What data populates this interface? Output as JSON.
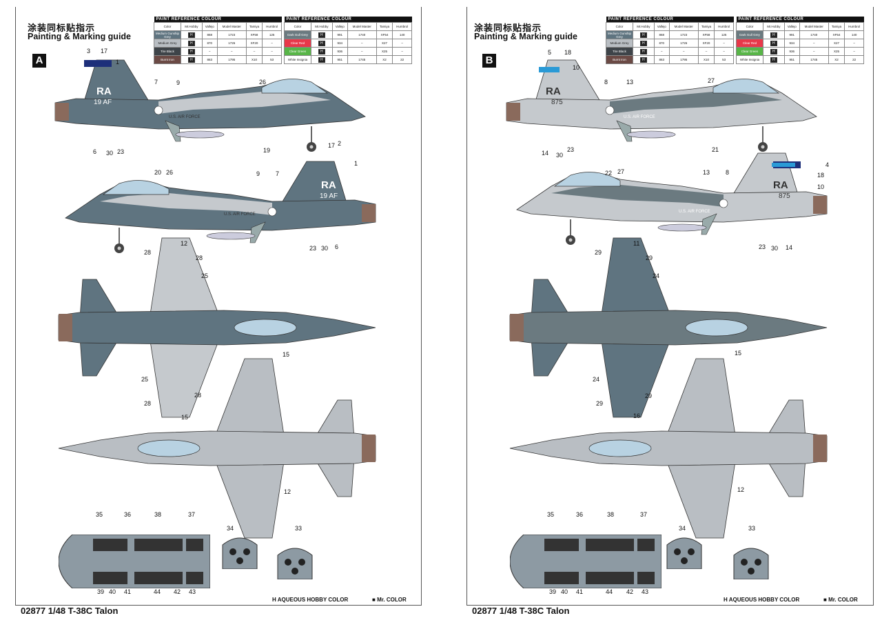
{
  "header": {
    "title_cn": "涂装同标贴指示",
    "title_en": "Painting & Marking guide"
  },
  "footer": {
    "model": "02877 1/48 T-38C Talon"
  },
  "legend": {
    "aqueous": "AQUEOUS HOBBY COLOR",
    "mr_color": "Mr. COLOR",
    "aqueous_prefix": "H",
    "mr_prefix": "■"
  },
  "paint_tables": [
    {
      "title": "PAINT REFERENCE COLOUR",
      "columns": [
        "Color",
        "Mr.Hobby",
        "Vallejo",
        "Model Master",
        "Tamiya",
        "Humbrol"
      ],
      "rows": [
        {
          "color": "Medium Gunship Grey",
          "swatch": "#5f7480",
          "vallejo": "868",
          "model_master": "1723",
          "tamiya": "XF58",
          "humbrol": "125"
        },
        {
          "color": "Medium Grey",
          "swatch": "#b9bec3",
          "vallejo": "870",
          "model_master": "1726",
          "tamiya": "XF20",
          "humbrol": "–"
        },
        {
          "color": "Tire Black",
          "swatch": "#3e4449",
          "vallejo": "–",
          "model_master": "–",
          "tamiya": "–",
          "humbrol": "–"
        },
        {
          "color": "Burnt Iron",
          "swatch": "#6b4a45",
          "vallejo": "863",
          "model_master": "1795",
          "tamiya": "X10",
          "humbrol": "53"
        }
      ]
    },
    {
      "title": "PAINT REFERENCE COLOUR",
      "columns": [
        "Color",
        "Mr.Hobby",
        "Vallejo",
        "Model Master",
        "Tamiya",
        "Humbrol"
      ],
      "rows": [
        {
          "color": "Dark Gull Grey",
          "swatch": "#6b7a80",
          "vallejo": "991",
          "model_master": "1740",
          "tamiya": "XF54",
          "humbrol": "140"
        },
        {
          "color": "Clear Red",
          "swatch": "#e8384a",
          "vallejo": "934",
          "model_master": "–",
          "tamiya": "X27",
          "humbrol": "–"
        },
        {
          "color": "Clear Green",
          "swatch": "#58b548",
          "vallejo": "936",
          "model_master": "–",
          "tamiya": "X25",
          "humbrol": "–"
        },
        {
          "color": "White Insignia",
          "swatch": "#ffffff",
          "vallejo": "951",
          "model_master": "1745",
          "tamiya": "X2",
          "humbrol": "22"
        }
      ]
    }
  ],
  "schemes": [
    {
      "letter": "A",
      "tail_code": "RA",
      "tail_unit": "19 AF",
      "callouts": [
        "3",
        "17",
        "1",
        "7",
        "9",
        "26",
        "6",
        "30",
        "23",
        "19",
        "17",
        "2",
        "20",
        "26",
        "9",
        "7",
        "1",
        "23",
        "30",
        "6",
        "28",
        "12",
        "28",
        "25",
        "25",
        "28",
        "28",
        "15",
        "15",
        "12",
        "35",
        "36",
        "38",
        "37",
        "34",
        "33",
        "39",
        "40",
        "41",
        "44",
        "42",
        "43"
      ]
    },
    {
      "letter": "B",
      "tail_code": "RA",
      "tail_unit": "875",
      "callouts": [
        "5",
        "18",
        "10",
        "8",
        "13",
        "27",
        "14",
        "30",
        "23",
        "21",
        "4",
        "18",
        "10",
        "22",
        "27",
        "13",
        "8",
        "23",
        "30",
        "14",
        "11",
        "29",
        "24",
        "29",
        "24",
        "29",
        "29",
        "16",
        "15",
        "12",
        "35",
        "36",
        "38",
        "37",
        "34",
        "33",
        "39",
        "40",
        "41",
        "44",
        "42",
        "43"
      ]
    }
  ],
  "fuselage_text": "U.S. AIR FORCE",
  "colors": {
    "dark_grey": "#5f7480",
    "light_grey": "#c5c9cd",
    "exhaust": "#8a6a5c"
  }
}
